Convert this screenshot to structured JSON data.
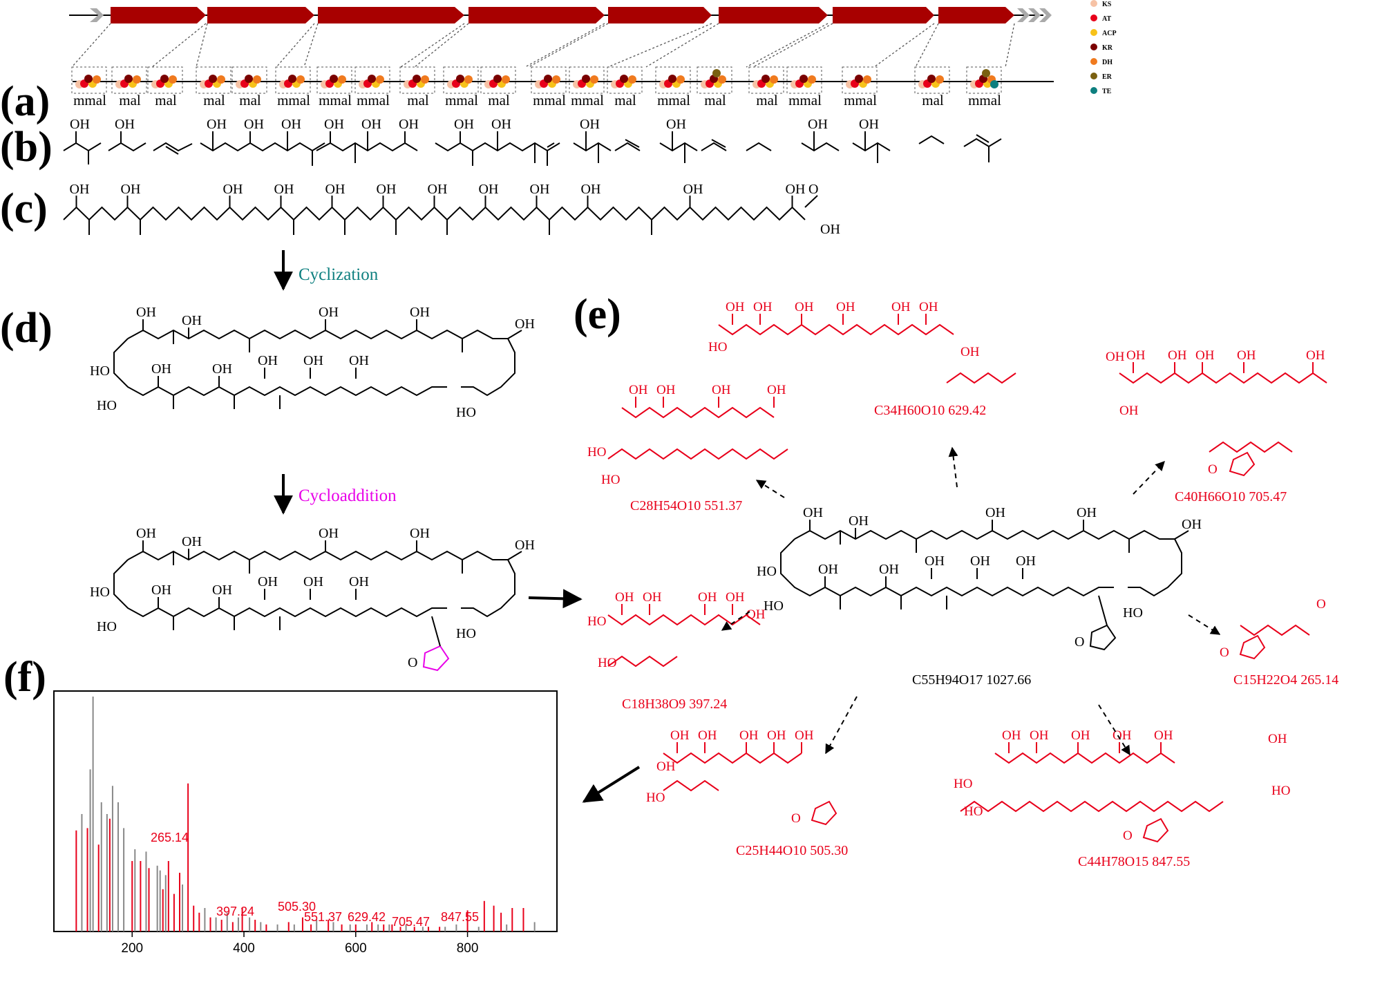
{
  "panels": {
    "a": "(a)",
    "b": "(b)",
    "c": "(c)",
    "d": "(d)",
    "e": "(e)",
    "f": "(f)"
  },
  "legend": [
    {
      "label": "KS",
      "color": "#f6c2a5"
    },
    {
      "label": "AT",
      "color": "#e8001a"
    },
    {
      "label": "ACP",
      "color": "#f7c21a"
    },
    {
      "label": "KR",
      "color": "#7a0000"
    },
    {
      "label": "DH",
      "color": "#f07a1e"
    },
    {
      "label": "ER",
      "color": "#7a6010"
    },
    {
      "label": "TE",
      "color": "#0d7f7f"
    }
  ],
  "modules": [
    "mmal",
    "mal",
    "mal",
    "mal",
    "mal",
    "mmal",
    "mmal",
    "mmal",
    "mal",
    "mmal",
    "mal",
    "mmal",
    "mmal",
    "mal",
    "mmal",
    "mal",
    "mal",
    "mmal",
    "mmal",
    "mal",
    "mmal"
  ],
  "reactions": {
    "cyclization": "Cyclization",
    "cycloaddition": "Cycloaddition"
  },
  "labels": {
    "oh": "OH",
    "ho": "HO",
    "o": "O"
  },
  "formulas": {
    "parent": "C55H94O17 1027.66",
    "f551": "C28H54O10 551.37",
    "f629": "C34H60O10 629.42",
    "f705": "C40H66O10 705.47",
    "f397": "C18H38O9 397.24",
    "f265": "C15H22O4 265.14",
    "f505": "C25H44O10 505.30",
    "f847": "C44H78O15 847.55"
  },
  "chart_data": {
    "type": "bar",
    "title": "",
    "xlabel": "",
    "ylabel": "",
    "xlim": [
      60,
      960
    ],
    "ylim": [
      0,
      100
    ],
    "x_ticks": [
      200,
      400,
      600,
      800
    ],
    "peak_labels": [
      {
        "x": 265.14,
        "text": "265.14"
      },
      {
        "x": 397.24,
        "text": "397.24"
      },
      {
        "x": 505.3,
        "text": "505.30"
      },
      {
        "x": 551.37,
        "text": "551.37"
      },
      {
        "x": 629.42,
        "text": "629.42"
      },
      {
        "x": 705.47,
        "text": "705.47"
      },
      {
        "x": 847.55,
        "text": "847.55"
      }
    ],
    "series": [
      {
        "color": "#e8001a",
        "x": [
          100,
          120,
          140,
          160,
          200,
          215,
          230,
          255,
          265,
          275,
          285,
          300,
          310,
          320,
          340,
          360,
          380,
          397,
          420,
          440,
          480,
          505,
          520,
          551,
          575,
          600,
          629,
          650,
          665,
          680,
          705,
          730,
          750,
          800,
          830,
          847,
          860,
          880,
          900
        ],
        "values": [
          43,
          44,
          37,
          48,
          30,
          30,
          27,
          18,
          30,
          16,
          25,
          63,
          11,
          8,
          6,
          5,
          4,
          10,
          5,
          3,
          4,
          6,
          3,
          5,
          3,
          3,
          4,
          3,
          3,
          2,
          2,
          2,
          2,
          9,
          13,
          11,
          8,
          10,
          10
        ]
      },
      {
        "color": "#888888",
        "x": [
          110,
          125,
          130,
          145,
          155,
          165,
          175,
          185,
          205,
          225,
          245,
          250,
          260,
          290,
          330,
          350,
          370,
          390,
          410,
          430,
          460,
          490,
          530,
          560,
          590,
          620,
          640,
          660,
          690,
          720,
          760,
          780,
          820,
          870,
          920
        ],
        "values": [
          50,
          69,
          100,
          55,
          50,
          62,
          55,
          44,
          35,
          34,
          28,
          26,
          24,
          20,
          10,
          6,
          8,
          6,
          6,
          4,
          3,
          3,
          5,
          4,
          3,
          3,
          3,
          3,
          3,
          2,
          2,
          3,
          2,
          3,
          4
        ]
      }
    ]
  }
}
